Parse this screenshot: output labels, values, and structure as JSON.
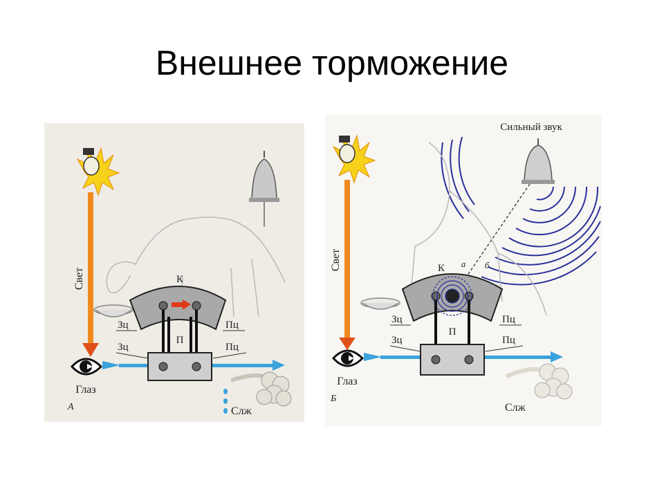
{
  "slide": {
    "title": "Внешнее торможение"
  },
  "panel_a": {
    "letter": "А",
    "light": "Свет",
    "eye": "Глаз",
    "cortex": "К",
    "subcortex": "П",
    "zc_top": "Зц",
    "zc_bottom": "Зц",
    "pc_top": "Пц",
    "pc_bottom": "Пц",
    "saliva": "Слж"
  },
  "panel_b": {
    "letter": "Б",
    "light": "Свет",
    "eye": "Глаз",
    "cortex": "К",
    "subcortex": "П",
    "zc_top": "Зц",
    "zc_bottom": "Зц",
    "pc_top": "Пц",
    "pc_bottom": "Пц",
    "saliva": "Слж",
    "focus_a": "а",
    "focus_b": "б",
    "strong_sound": "Сильный звук"
  },
  "colors": {
    "light_ray": "#f08a1e",
    "visual_path": "#3aa3dc",
    "excitation_arrow": "#e03a1a",
    "inhibition_waves": "#2a2f9a",
    "cortex_fill": "#a9a9a9",
    "subcortex_fill": "#cfcfcf"
  }
}
